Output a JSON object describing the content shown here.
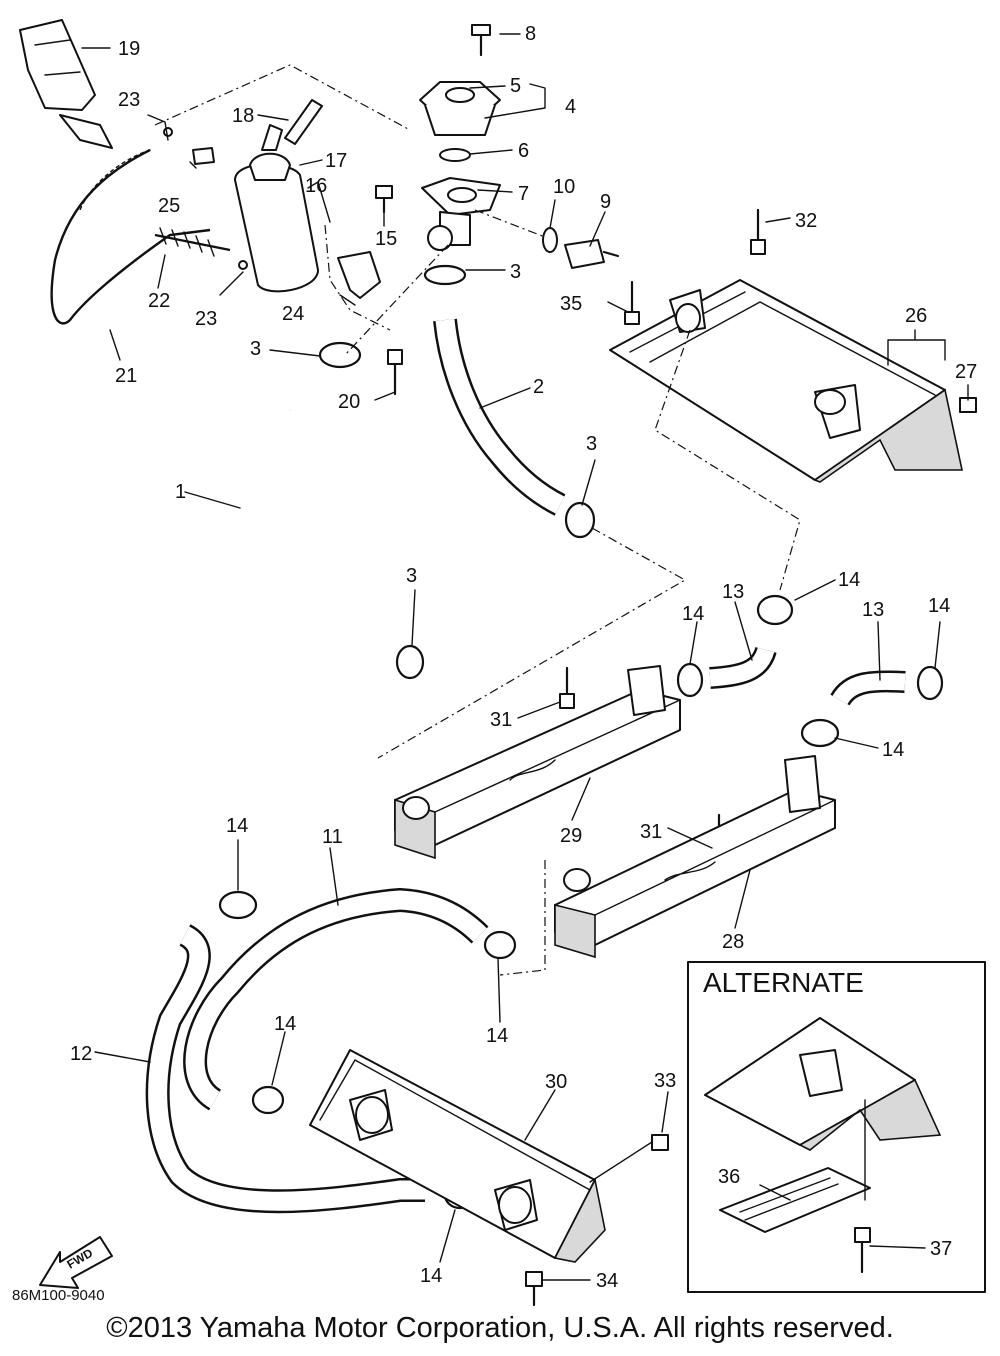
{
  "part_labels": [
    "1",
    "2",
    "3",
    "4",
    "5",
    "6",
    "7",
    "8",
    "9",
    "10",
    "11",
    "12",
    "13",
    "14",
    "15",
    "16",
    "17",
    "18",
    "19",
    "20",
    "21",
    "22",
    "23",
    "24",
    "25",
    "26",
    "27",
    "28",
    "29",
    "30",
    "31",
    "32",
    "33",
    "34",
    "35",
    "36",
    "37"
  ],
  "alternate_title": "ALTERNATE",
  "diagram_code": "86M100-9040",
  "fwd_label": "FWD",
  "copyright": "©2013 Yamaha Motor Corporation, U.S.A. All rights reserved."
}
